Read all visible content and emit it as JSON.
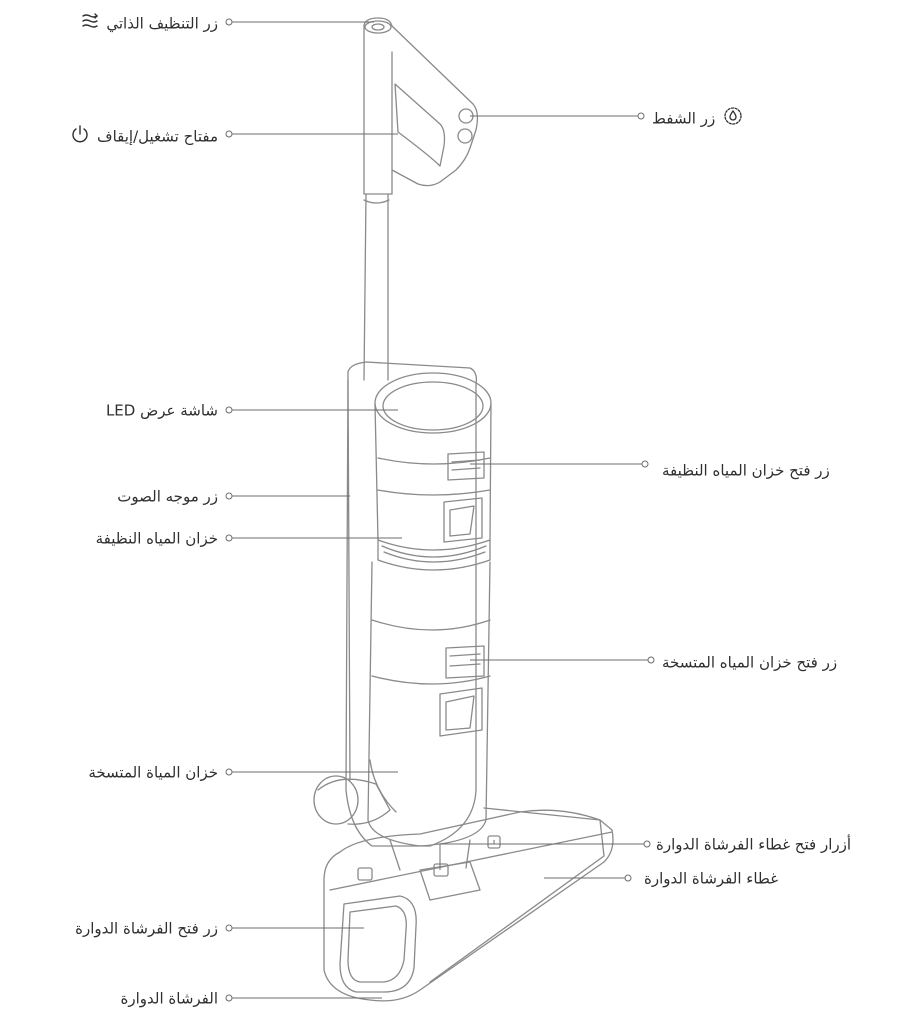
{
  "labels": {
    "self_clean_button": "زر التنظيف الذاتي",
    "power_switch": "مفتاح تشغيل/إيقاف",
    "suction_button": "زر الشفط",
    "led_display": "شاشة عرض LED",
    "voice_button": "زر موجه الصوت",
    "clean_tank": "خزان المياه النظيفة",
    "clean_tank_release": "زر فتح خزان المياه النظيفة",
    "dirty_tank_release": "زر فتح خزان المياه المتسخة",
    "dirty_tank": "خزان المياة المتسخة",
    "brush_cover_release": "أزرار فتح غطاء الفرشاة الدوارة",
    "brush_cover": "غطاء الفرشاة الدوارة",
    "brush_release": "زر فتح الفرشاة الدوارة",
    "roller_brush": "الفرشاة الدوارة"
  },
  "icons": {
    "self_clean": "self-clean-icon",
    "power": "power-icon",
    "suction": "suction-drop-icon"
  },
  "colors": {
    "line": "#6d6d6d",
    "text": "#2f2f2f"
  }
}
